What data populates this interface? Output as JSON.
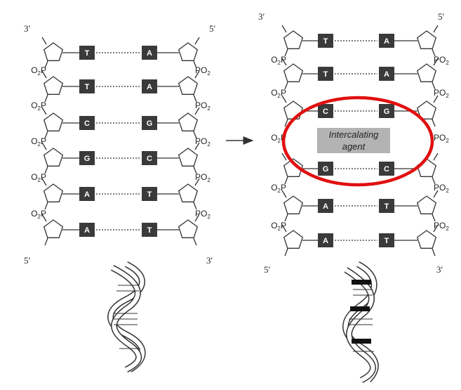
{
  "left_panel": {
    "top_left_end": "3′",
    "top_right_end": "5′",
    "bottom_left_end": "5′",
    "bottom_right_end": "3′",
    "pairs": [
      {
        "left": "T",
        "right": "A"
      },
      {
        "left": "T",
        "right": "A"
      },
      {
        "left": "C",
        "right": "G"
      },
      {
        "left": "G",
        "right": "C"
      },
      {
        "left": "A",
        "right": "T"
      },
      {
        "left": "A",
        "right": "T"
      }
    ],
    "left_phosphate": "O2P",
    "right_phosphate": "PO2"
  },
  "right_panel": {
    "top_left_end": "3′",
    "top_right_end": "5′",
    "bottom_left_end": "5′",
    "bottom_right_end": "3′",
    "pairs": [
      {
        "left": "T",
        "right": "A"
      },
      {
        "left": "T",
        "right": "A"
      },
      {
        "left": "C",
        "right": "G"
      },
      {
        "left": "G",
        "right": "C"
      },
      {
        "left": "A",
        "right": "T"
      },
      {
        "left": "A",
        "right": "T"
      }
    ],
    "left_phosphate": "O2P",
    "right_phosphate": "PO2",
    "agent_label_line1": "Intercalating",
    "agent_label_line2": "agent"
  },
  "colors": {
    "base_box": "#3a3a3a",
    "agent_box": "#b3b3b3",
    "highlight_ring": "#e01010",
    "stroke": "#333333"
  }
}
